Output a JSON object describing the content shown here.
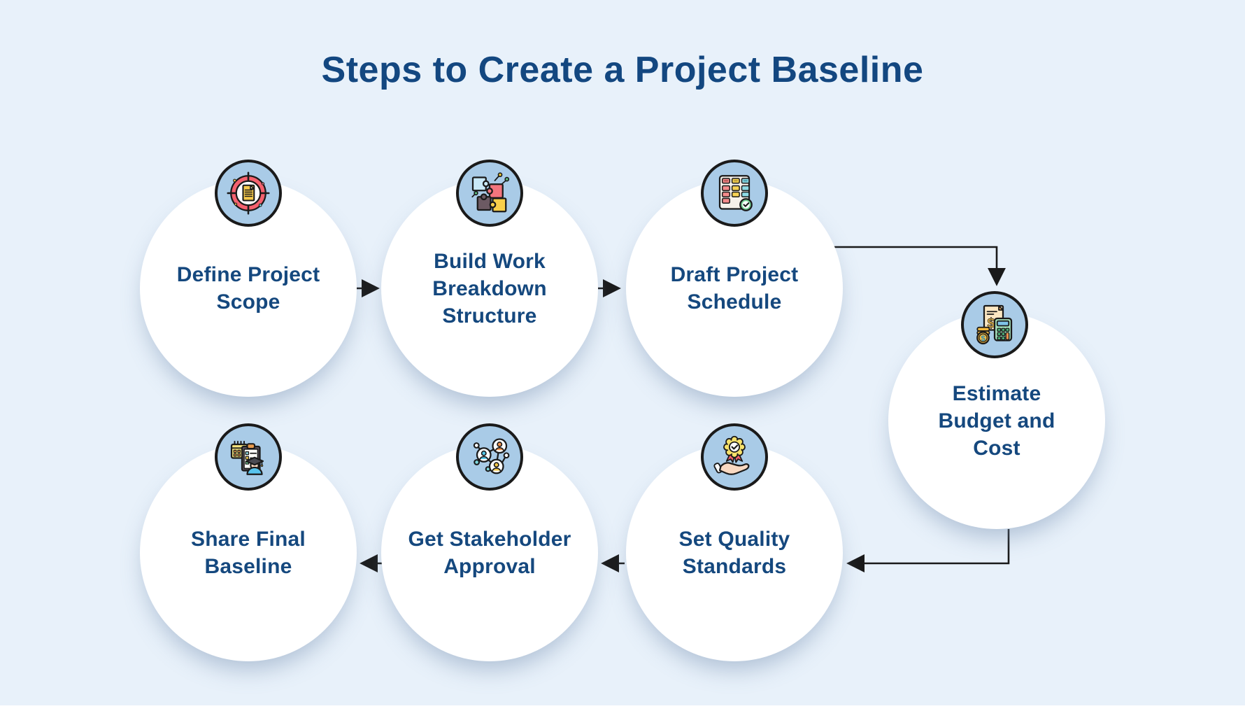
{
  "title": "Steps to Create a Project Baseline",
  "steps": [
    {
      "label": "Define Project Scope",
      "icon": "target-scope-icon"
    },
    {
      "label": "Build Work Breakdown Structure",
      "icon": "puzzle-pieces-icon"
    },
    {
      "label": "Draft Project Schedule",
      "icon": "kanban-board-icon"
    },
    {
      "label": "Estimate Budget and Cost",
      "icon": "budget-calculator-icon"
    },
    {
      "label": "Set Quality Standards",
      "icon": "quality-medal-hand-icon"
    },
    {
      "label": "Get Stakeholder Approval",
      "icon": "stakeholder-network-icon"
    },
    {
      "label": "Share Final Baseline",
      "icon": "share-baseline-clipboard-icon"
    }
  ],
  "colors": {
    "background": "#E8F1FA",
    "title_text": "#134780",
    "step_text": "#15487E",
    "node_fill": "#FFFFFF",
    "badge_fill": "#A9CBE7",
    "outline": "#1A1A1A",
    "arrow": "#1A1A1A"
  }
}
